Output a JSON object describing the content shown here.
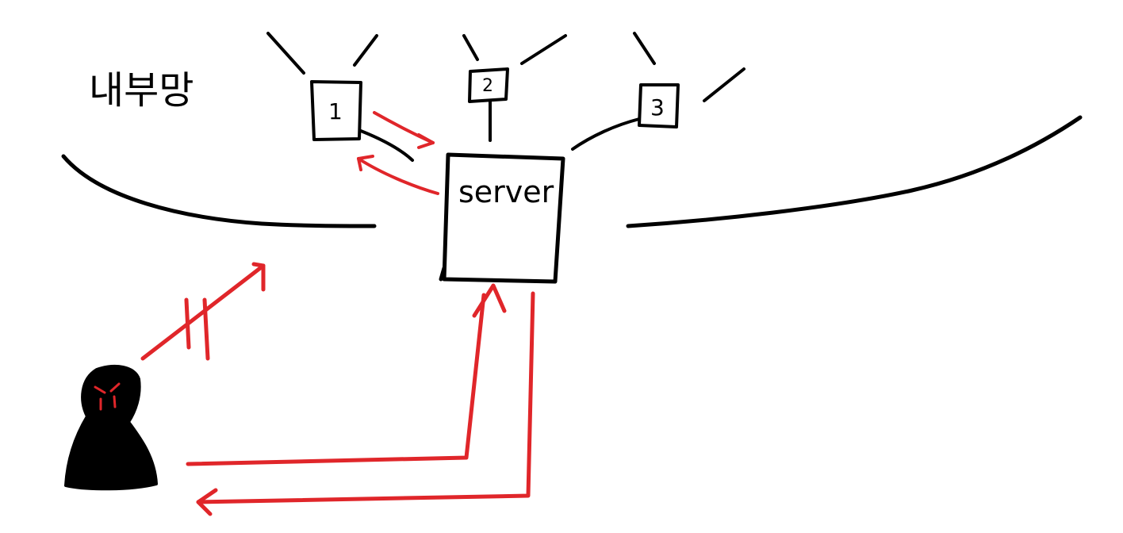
{
  "diagram": {
    "title": "내부망",
    "server_label": "server",
    "nodes": [
      {
        "label": "1"
      },
      {
        "label": "2"
      },
      {
        "label": "3"
      }
    ]
  },
  "colors": {
    "ink": "#000000",
    "flow": "#e0262a",
    "attacker_body": "#000000",
    "attacker_eyes": "#e0262a",
    "background": "#ffffff"
  },
  "icons": {
    "attacker": "hooded-figure-icon",
    "blocked": "blocked-slash-icon"
  }
}
